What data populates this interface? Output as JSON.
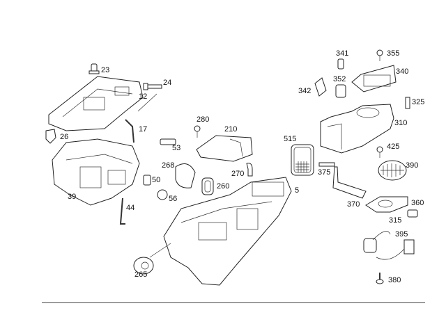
{
  "diagram": {
    "type": "exploded parts diagram",
    "part_numbers": [
      "23",
      "24",
      "12",
      "26",
      "17",
      "280",
      "210",
      "53",
      "268",
      "50",
      "270",
      "260",
      "56",
      "39",
      "44",
      "341",
      "355",
      "340",
      "352",
      "342",
      "325",
      "310",
      "515",
      "425",
      "390",
      "375",
      "5",
      "370",
      "360",
      "315",
      "395",
      "380",
      "265"
    ]
  }
}
